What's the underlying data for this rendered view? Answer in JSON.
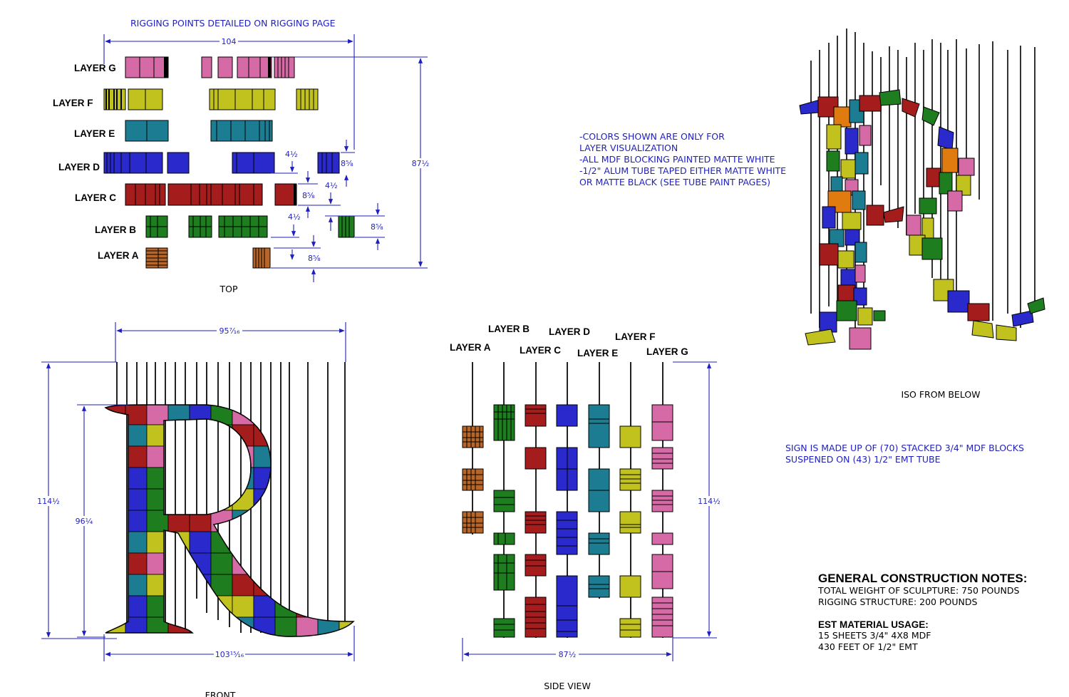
{
  "colors": {
    "layer_a": "#b8652a",
    "layer_b": "#1e7d1e",
    "layer_c": "#a51c1c",
    "layer_d": "#2a2acc",
    "layer_e": "#1c7d92",
    "layer_f": "#c2c21e",
    "layer_g": "#d66aa6",
    "orange": "#e07b10",
    "dimension": "#1f1fbf"
  },
  "top_view": {
    "note": "RIGGING POINTS DETAILED ON RIGGING PAGE",
    "width_dim": "104",
    "height_dim": "87½",
    "spacing_dims": [
      "4½",
      "8⅝",
      "8⅝",
      "4½",
      "4½",
      "8⅝",
      "8⅝"
    ],
    "caption": "TOP",
    "layers": [
      "LAYER G",
      "LAYER F",
      "LAYER E",
      "LAYER D",
      "LAYER C",
      "LAYER B",
      "LAYER A"
    ]
  },
  "color_note": [
    "-COLORS SHOWN ARE ONLY FOR",
    "LAYER VISUALIZATION",
    "-ALL MDF BLOCKING PAINTED MATTE WHITE",
    "-1/2\" ALUM TUBE TAPED EITHER MATTE WHITE",
    "OR MATTE BLACK (SEE TUBE PAINT PAGES)"
  ],
  "iso_view": {
    "caption": "ISO FROM BELOW"
  },
  "sign_note": [
    "SIGN IS MADE UP OF (70) STACKED 3/4\" MDF BLOCKS",
    "SUSPENED ON (43) 1/2\" EMT TUBE"
  ],
  "front_view": {
    "top_dim": "95⁷⁄₁₆",
    "bottom_dim": "103¹⁵⁄₁₆",
    "outer_height_dim": "114½",
    "inner_height_dim": "96¼",
    "caption": "FRONT"
  },
  "side_view": {
    "layers": [
      "LAYER A",
      "LAYER B",
      "LAYER C",
      "LAYER D",
      "LAYER E",
      "LAYER F",
      "LAYER G"
    ],
    "width_dim": "87½",
    "height_dim": "114½",
    "caption": "SIDE VIEW"
  },
  "construction_notes": {
    "title": "GENERAL CONSTRUCTION NOTES:",
    "weight": "TOTAL WEIGHT OF SCULPTURE: 750 POUNDS",
    "rigging": "RIGGING STRUCTURE: 200 POUNDS",
    "material_title": "EST MATERIAL USAGE:",
    "mdf": "15 SHEETS 3/4\" 4X8 MDF",
    "emt": "430 FEET OF 1/2\" EMT"
  }
}
